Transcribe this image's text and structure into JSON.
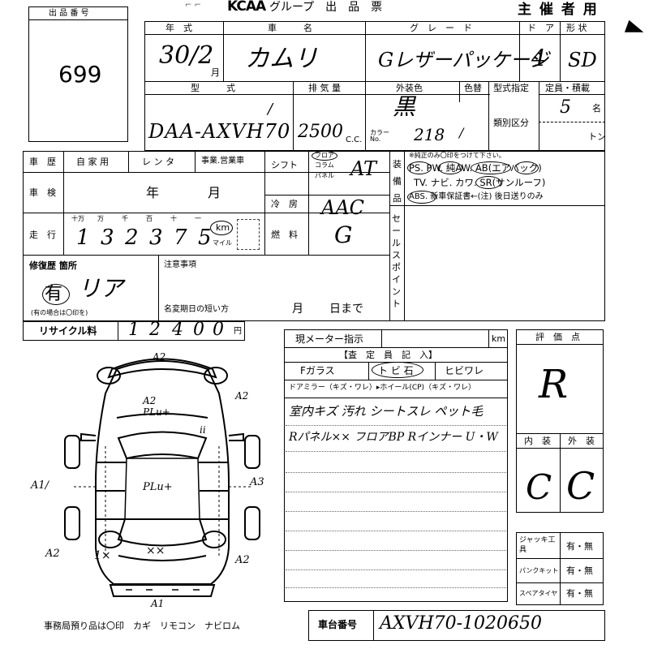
{
  "header": {
    "top_marks": "⌐   ⌐",
    "logo": "KCAA",
    "title": "グループ　出　品　票",
    "organizer": "主 催 者 用"
  },
  "lot": {
    "label": "出 品 番 号",
    "number": "699"
  },
  "row1": {
    "year_label": "年　式",
    "car_label": "車　　　名",
    "grade_label": "グ　レ　ー　ド",
    "door_label": "ド　ア",
    "body_label": "形 状",
    "year_value": "30/2",
    "month_unit": "月",
    "car_name": "カムリ",
    "grade": "Gレザーパッケージ",
    "doors": "4",
    "body_type": "SD"
  },
  "row2": {
    "model_label": "型　　　式",
    "displacement_label": "排 気 量",
    "color_label": "外装色",
    "color_change_label": "色替",
    "model_designation_label": "型式指定",
    "capacity_label": "定員・積載",
    "classification_label": "類別区分",
    "model": "DAA-AXVH70",
    "model_mark": "/",
    "displacement": "2500",
    "cc_unit": "C.C.",
    "color": "黒",
    "color_no_label": "カラー No.",
    "color_no": "218",
    "color_slash": "/",
    "capacity": "5",
    "capacity_unit": "名",
    "load_unit": "トン"
  },
  "history": {
    "label": "車　歴",
    "private": "自 家 用",
    "rental": "レ ン タ",
    "business": "事業.営業車",
    "inspection_label": "車　検",
    "year_unit": "年",
    "month_unit": "月",
    "mileage_label": "走　行",
    "digit_labels": [
      "十万",
      "万",
      "千",
      "百",
      "十",
      "一"
    ],
    "digits": [
      "1",
      "3",
      "2",
      "3",
      "7",
      "5"
    ],
    "km": "km",
    "mile": "マイル"
  },
  "specs": {
    "shift_label": "シフト",
    "shift_opts": [
      "フロア",
      "コラム",
      "パネル"
    ],
    "shift_value": "AT",
    "ac_label": "冷　房",
    "ac_value": "AAC",
    "fuel_label": "燃　料",
    "fuel_value": "G"
  },
  "equipment": {
    "label": "装備品",
    "note": "※純正のみ〇印をつけて下さい。",
    "line1": "PS. PW. 純AW. AB(エアバック)",
    "line2": "TV. ナビ. カワ. SR(サンルーフ)",
    "line3": "ABS.  新車保証書←(注) 後日送りのみ"
  },
  "sales_point": {
    "label": "セールスポイント"
  },
  "repair": {
    "label": "修復歴 箇所",
    "value": "有",
    "location": "リア",
    "note": "(有の場合は〇印を)",
    "caution_label": "注意事項",
    "short_expiry_label": "名変期日の短い方",
    "month": "月",
    "day": "日まで"
  },
  "recycle": {
    "label": "リサイクル料",
    "digits": [
      "1",
      "2",
      "4",
      "0",
      "0"
    ],
    "unit": "円"
  },
  "inspector": {
    "meter_label": "現メーター指示",
    "km": "km",
    "section_label": "【査　定　員　記　入】",
    "f_glass": "Fガラス",
    "crack_mark": "ト ビ 石",
    "crack": "ヒビワレ",
    "mirror_row": "ドアミラー（キズ・ワレ）▸ホイール(CP)（キズ・ワレ）",
    "notes": [
      "室内キズ 汚れ シートスレ ペット毛",
      "Rパネル×× フロアBP Rインナー U・W"
    ]
  },
  "grade_box": {
    "label": "評　価　点",
    "score": "R",
    "interior_label": "内　装",
    "exterior_label": "外　装",
    "interior": "C",
    "exterior": "C"
  },
  "tools": {
    "jack_label": "ジャッキ工　具",
    "jack": "有・無",
    "puncture_label": "パンクキット",
    "puncture": "有・無",
    "spare_label": "スペアタイヤ",
    "spare": "有・無"
  },
  "diagram_marks": {
    "a2_top": "A2",
    "a2_hood": "A2",
    "pt_hood": "PLu+",
    "a2_right_front": "A2",
    "pt_roof": "PLu+",
    "al_left": "A1/",
    "a3_right": "A3",
    "a2_left_rear": "A2",
    "x_left": "1×",
    "xx_rear": "××",
    "a2_right_rear": "A2",
    "a1_bottom": "A1",
    "ii_mark": "ii"
  },
  "footer": {
    "left": "事務局預り品は〇印　カギ　リモコン　ナビロム",
    "chassis_label": "車台番号",
    "chassis_value": "AXVH70-1020650"
  }
}
